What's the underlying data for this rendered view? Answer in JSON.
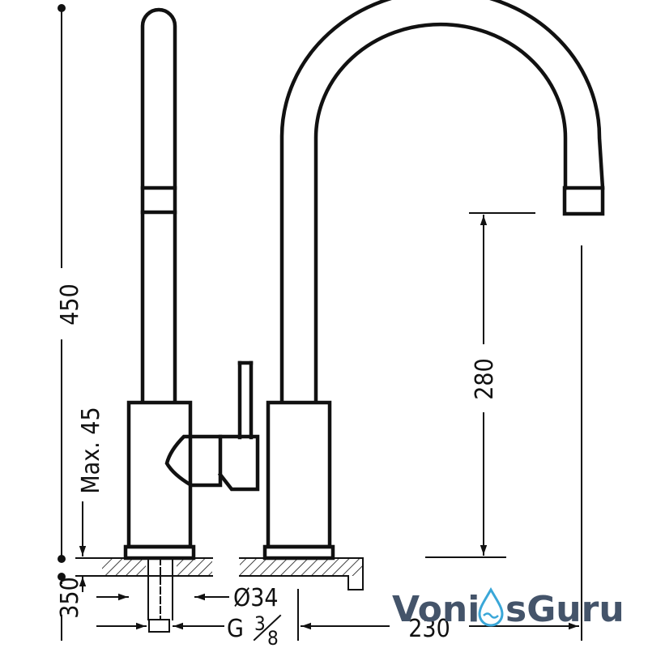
{
  "dimensions": {
    "overall_height": "450",
    "deck_thickness": "Max. 45",
    "shank_length": "350",
    "spout_height": "280",
    "base_diameter": "Ø34",
    "thread_prefix": "G",
    "thread_numerator": "3",
    "thread_denominator": "8",
    "spout_reach": "230"
  },
  "watermark": {
    "brand_part1": "Voni",
    "brand_part2": "sGuru"
  },
  "colors": {
    "line": "#111111",
    "logo_text": "#44546a",
    "logo_drop": "#3aa7d8"
  }
}
